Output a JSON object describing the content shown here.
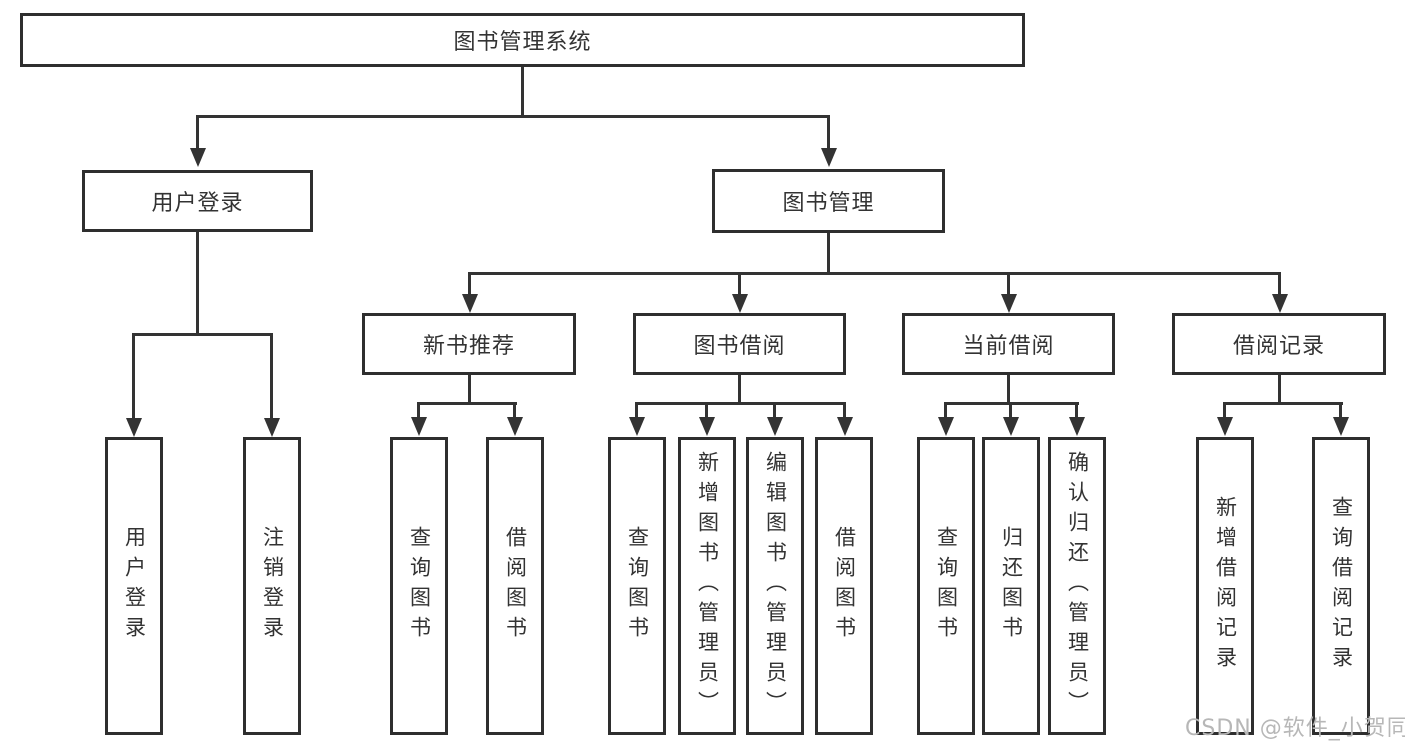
{
  "diagram_title": "图书管理系统",
  "hierarchy": {
    "label": "图书管理系统",
    "children": [
      {
        "label": "用户登录",
        "children": [
          {
            "label": "用户登录"
          },
          {
            "label": "注销登录"
          }
        ]
      },
      {
        "label": "图书管理",
        "children": [
          {
            "label": "新书推荐",
            "children": [
              {
                "label": "查询图书"
              },
              {
                "label": "借阅图书"
              }
            ]
          },
          {
            "label": "图书借阅",
            "children": [
              {
                "label": "查询图书"
              },
              {
                "label": "新增图书（管理员）"
              },
              {
                "label": "编辑图书（管理员）"
              },
              {
                "label": "借阅图书"
              }
            ]
          },
          {
            "label": "当前借阅",
            "children": [
              {
                "label": "查询图书"
              },
              {
                "label": "归还图书"
              },
              {
                "label": "确认归还（管理员）"
              }
            ]
          },
          {
            "label": "借阅记录",
            "children": [
              {
                "label": "新增借阅记录"
              },
              {
                "label": "查询借阅记录"
              }
            ]
          }
        ]
      }
    ]
  },
  "watermark": {
    "text": "CSDN @软件_小贺同学",
    "color": "#b7b7b7"
  },
  "colors": {
    "background": "#ffffff",
    "box_border": "#2e2e2e",
    "connector_line": "#333333",
    "text": "#333333"
  }
}
